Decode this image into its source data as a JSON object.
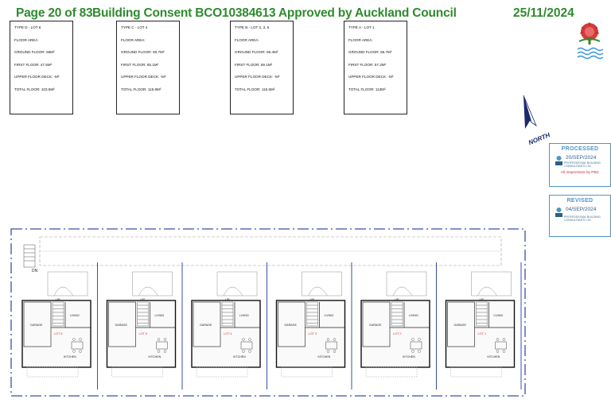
{
  "header": {
    "page": "Page 20 of 83",
    "title": "Building Consent BCO10384613 Approved by Auckland Council",
    "date": "25/11/2024"
  },
  "colors": {
    "header_green": "#2e8b2e",
    "stamp_blue": "#4e96c4",
    "plan_blue": "#3b4fa8",
    "label_red": "#d03030"
  },
  "lots": [
    {
      "type": "TYPE D - LOT 6",
      "floor_area": "FLOOR AREA:",
      "ground": "GROUND FLOOR: 56M²",
      "first": "FIRST FLOOR: 47.5M²",
      "deck": "UPPER FLOOR DECK: -M²",
      "total": "TOTAL FLOOR: 103.5M²"
    },
    {
      "type": "TYPE C - LOT 4",
      "floor_area": "FLOOR AREA:",
      "ground": "GROUND FLOOR: 60.7M²",
      "first": "FIRST FLOOR: 55.1M²",
      "deck": "UPPER FLOOR DECK: -M²",
      "total": "TOTAL FLOOR: 115.8M²"
    },
    {
      "type": "TYPE B - LOT 2, 3, 5",
      "floor_area": "FLOOR AREA:",
      "ground": "GROUND FLOOR: 56.4M²",
      "first": "FIRST FLOOR: 59.1M²",
      "deck": "UPPER FLOOR DECK: -M²",
      "total": "TOTAL FLOOR: 115.5M²"
    },
    {
      "type": "TYPE A - LOT 1",
      "floor_area": "FLOOR AREA:",
      "ground": "GROUND FLOOR: 55.7M²",
      "first": "FIRST FLOOR: 57.2M²",
      "deck": "UPPER FLOOR DECK: -M²",
      "total": "TOTAL FLOOR: 113M²"
    }
  ],
  "north_label": "NORTH",
  "stamps": {
    "processed": {
      "title": "PROCESSED",
      "date": "20/SEP/2024",
      "org": "PROFESSIONAL BUILDING CONSULTANTS LTD",
      "note": "All inspections by PBC"
    },
    "revised": {
      "title": "REVISED",
      "date": "04/SEP/2024",
      "org": "PROFESSIONAL BUILDING CONSULTANTS LTD"
    }
  },
  "plan": {
    "units": [
      {
        "lot": "LOT 6",
        "garage": "GARAGE",
        "kitchen": "KITCHEN",
        "living": "LIVING"
      },
      {
        "lot": "LOT 5",
        "garage": "GARAGE",
        "kitchen": "KITCHEN",
        "living": "LIVING"
      },
      {
        "lot": "LOT 4",
        "garage": "GARAGE",
        "kitchen": "KITCHEN",
        "living": "LIVING"
      },
      {
        "lot": "LOT 3",
        "garage": "GARAGE",
        "kitchen": "KITCHEN",
        "living": "LIVING"
      },
      {
        "lot": "LOT 2",
        "garage": "GARAGE",
        "kitchen": "KITCHEN",
        "living": "LIVING"
      },
      {
        "lot": "LOT 1",
        "garage": "GARAGE",
        "kitchen": "KITCHEN",
        "living": "LIVING"
      }
    ],
    "labels": {
      "down": "DN",
      "up": "UP"
    }
  }
}
